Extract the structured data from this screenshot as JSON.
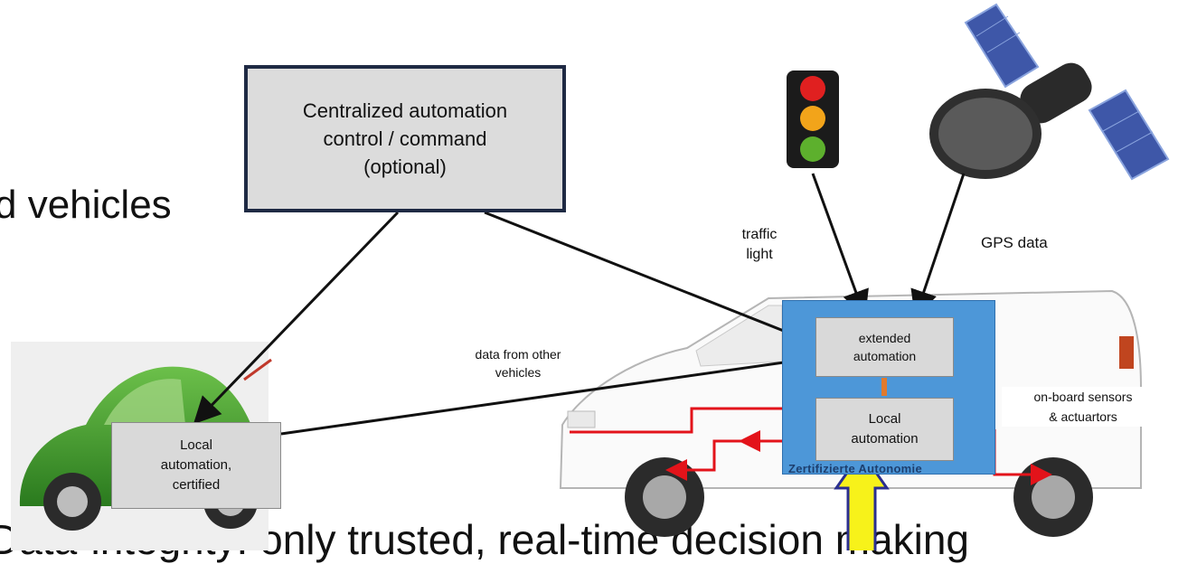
{
  "background": {
    "heading_fragment": "d vehicles",
    "bullet_fragment": "Data-integrity: only trusted, real-time decision making"
  },
  "central_box": {
    "text": "Centralized automation\ncontrol / command\n(optional)"
  },
  "labels": {
    "traffic_light": "traffic\nlight",
    "gps_data": "GPS data",
    "data_from_other_vehicles": "data from other\nvehicles",
    "onboard_sensors": "on-board sensors\n& actuartors",
    "certification_label": "Zertifizierte Autonomie"
  },
  "boxes": {
    "car_local_automation": "Local\nautomation,\ncertified",
    "extended_automation": "extended\nautomation",
    "van_local_automation": "Local\nautomation"
  },
  "colors": {
    "central_border": "#1f2a44",
    "box_fill": "#d9d9d9",
    "panel_blue": "#4d97d8",
    "arrow_black": "#111111",
    "arrow_red": "#e3131a",
    "highlight_arrow": "#f7f21a",
    "car_green": "#3a9c2c",
    "satellite_panel": "#3e57a8"
  }
}
